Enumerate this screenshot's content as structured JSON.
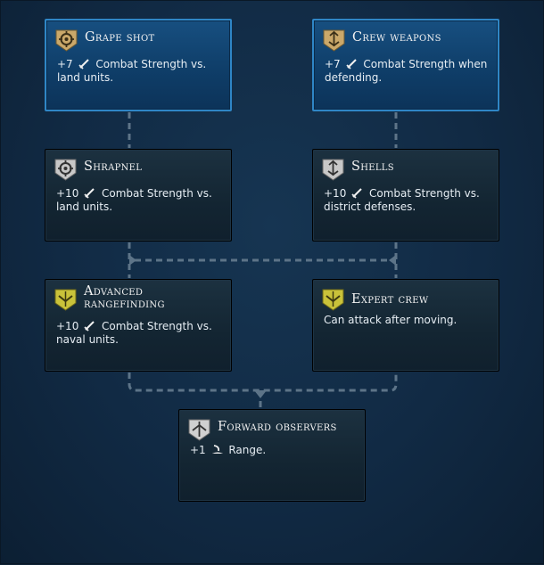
{
  "promotions": [
    {
      "id": "grape-shot",
      "title": "Grape shot",
      "prefix": "+7",
      "text": "Combat Strength vs. land units.",
      "icon": "sword-icon",
      "badge": "target-badge",
      "badge_color": "#caa86a",
      "state": "unlocked"
    },
    {
      "id": "crew-weapons",
      "title": "Crew weapons",
      "prefix": "+7",
      "text": "Combat Strength when defending.",
      "icon": "sword-icon",
      "badge": "shield-arrow-badge",
      "badge_color": "#caa86a",
      "state": "unlocked"
    },
    {
      "id": "shrapnel",
      "title": "Shrapnel",
      "prefix": "+10",
      "text": "Combat Strength vs. land units.",
      "icon": "sword-icon",
      "badge": "target-badge",
      "badge_color": "#c8c8c8",
      "state": "locked"
    },
    {
      "id": "shells",
      "title": "Shells",
      "prefix": "+10",
      "text": "Combat Strength vs. district defenses.",
      "icon": "sword-icon",
      "badge": "shield-arrow-badge",
      "badge_color": "#c8c8c8",
      "state": "locked"
    },
    {
      "id": "advanced-rangefinding",
      "title": "Advanced rangefinding",
      "prefix": "+10",
      "text": "Combat Strength vs. naval units.",
      "icon": "sword-icon",
      "badge": "chevron-badge",
      "badge_color": "#c9c23a",
      "state": "locked"
    },
    {
      "id": "expert-crew",
      "title": "Expert crew",
      "prefix": "",
      "text": "Can attack after moving.",
      "icon": "",
      "badge": "chevron-badge",
      "badge_color": "#c9c23a",
      "state": "locked"
    },
    {
      "id": "forward-observers",
      "title": "Forward observers",
      "prefix": "+1",
      "text": "Range.",
      "icon": "range-icon",
      "badge": "pentagon-badge",
      "badge_color": "#d0d0d0",
      "state": "locked"
    }
  ],
  "colors": {
    "connector": "#5d7488",
    "unlocked_border": "#2f86c6"
  }
}
